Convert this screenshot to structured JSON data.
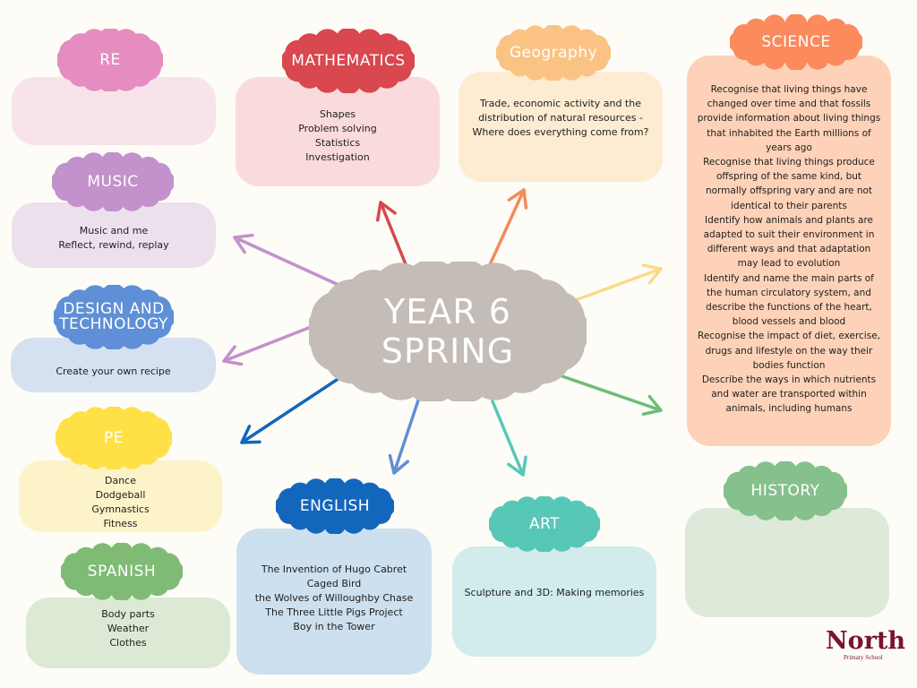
{
  "center": {
    "lines": [
      "YEAR 6",
      "SPRING"
    ],
    "color": "#c4bcb6"
  },
  "subjects": {
    "re": {
      "title": "RE",
      "lines": [],
      "cloud_color": "#e58cc0",
      "box_color": "#f8e3ea"
    },
    "music": {
      "title": "MUSIC",
      "lines": [
        "Music and me",
        "Reflect, rewind, replay"
      ],
      "cloud_color": "#c391cc",
      "box_color": "#ede0ed"
    },
    "design": {
      "title_lines": [
        "DESIGN AND",
        "TECHNOLOGY"
      ],
      "lines": [
        "Create your own recipe"
      ],
      "cloud_color": "#5f8fd6",
      "box_color": "#d5e1f0"
    },
    "pe": {
      "title": "PE",
      "lines": [
        "Dance",
        "Dodgeball",
        "Gymnastics",
        "Fitness"
      ],
      "cloud_color": "#ffe147",
      "box_color": "#fdf3c8"
    },
    "spanish": {
      "title": "SPANISH",
      "lines": [
        "Body parts",
        "Weather",
        "Clothes"
      ],
      "cloud_color": "#7fbb74",
      "box_color": "#dcead5"
    },
    "mathematics": {
      "title": "MATHEMATICS",
      "lines": [
        "Shapes",
        "Problem solving",
        "Statistics",
        "Investigation"
      ],
      "cloud_color": "#d9474f",
      "box_color": "#fadbdb"
    },
    "geography": {
      "title": "Geography",
      "lines": [
        "Trade, economic activity and the",
        "distribution of natural resources -",
        "Where does everything come from?"
      ],
      "cloud_color": "#fbc383",
      "box_color": "#fdebd2"
    },
    "science": {
      "title": "SCIENCE",
      "lines": [
        "Recognise that living things have",
        "changed over time and that fossils",
        "provide information about living things",
        "that inhabited the Earth millions of",
        "years ago",
        "Recognise that living things produce",
        "offspring of the same kind, but",
        "normally offspring vary and are not",
        "identical to their parents",
        "Identify how animals and plants are",
        "adapted to suit their environment in",
        "different ways and that adaptation",
        "may lead to evolution",
        "Identify and name the main parts of",
        "the human circulatory system, and",
        "describe the functions of the heart,",
        "blood vessels and blood",
        "Recognise the impact of diet, exercise,",
        "drugs and lifestyle on the way their",
        "bodies function",
        "Describe the ways in which nutrients",
        "and water are transported within",
        "animals, including humans"
      ],
      "cloud_color": "#fb8a5c",
      "box_color": "#fdd2b8"
    },
    "english": {
      "title": "ENGLISH",
      "lines": [
        "The Invention of Hugo Cabret",
        "Caged Bird",
        "the Wolves of Willoughby Chase",
        "The Three Little Pigs Project",
        "Boy in the Tower"
      ],
      "cloud_color": "#1267bd",
      "box_color": "#cde0ef"
    },
    "art": {
      "title": "ART",
      "lines": [
        "Sculpture and 3D: Making memories"
      ],
      "cloud_color": "#57c7b7",
      "box_color": "#d1ecea"
    },
    "history": {
      "title": "HISTORY",
      "lines": [],
      "cloud_color": "#86c08c",
      "box_color": "#dde9d9"
    }
  },
  "logo": {
    "word": "North",
    "sub": "Primary School",
    "color": "#7a1330"
  }
}
